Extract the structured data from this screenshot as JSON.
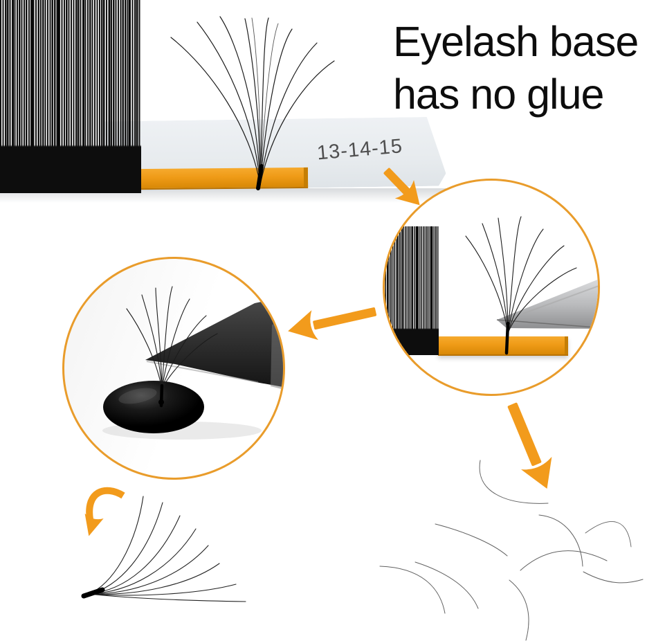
{
  "headline": {
    "line1": "Eyelash base",
    "line2": "has no glue"
  },
  "tray": {
    "size_label": "13-14-15"
  },
  "colors": {
    "accent_orange": "#F29B1C",
    "strip_orange": "#EF9B17",
    "ring_orange": "#E99C2B",
    "tray_gray": "#EAEDF0",
    "heading_black": "#0D0D0D",
    "label_gray": "#4F4F4F",
    "lash_black": "#111111",
    "glue_black": "#000000",
    "tweezer_metal": "#B9BABC",
    "tweezer_dark": "#2A2A2A"
  }
}
